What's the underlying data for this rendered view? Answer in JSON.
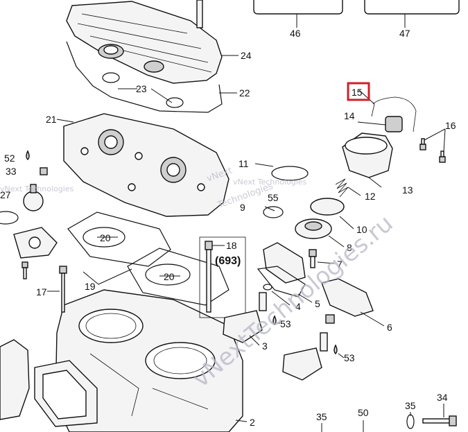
{
  "callouts": {
    "c2": "2",
    "c3": "3",
    "c4": "4",
    "c5": "5",
    "c6": "6",
    "c7": "7",
    "c8": "8",
    "c9": "9",
    "c10": "10",
    "c11": "11",
    "c12": "12",
    "c13": "13",
    "c14": "14",
    "c15": "15",
    "c16": "16",
    "c17": "17",
    "c18": "18",
    "c19": "19",
    "c20a": "20",
    "c20b": "20",
    "c21": "21",
    "c22": "22",
    "c23": "23",
    "c24": "24",
    "c27": "27",
    "c33": "33",
    "c34": "34",
    "c35": "35",
    "c35b": "35",
    "c46": "46",
    "c47": "47",
    "c50": "50",
    "c52": "52",
    "c53a": "53",
    "c53b": "53",
    "c55": "55",
    "c693": "(693)"
  },
  "highlight": {
    "label": "15",
    "color": "#d0202a"
  },
  "watermarks": {
    "w1": "vNext Technologies",
    "w2": "vNext Technologies",
    "w3": "vNext",
    "w4": "Technologies",
    "w5": "vNextTechnologies.ru"
  }
}
